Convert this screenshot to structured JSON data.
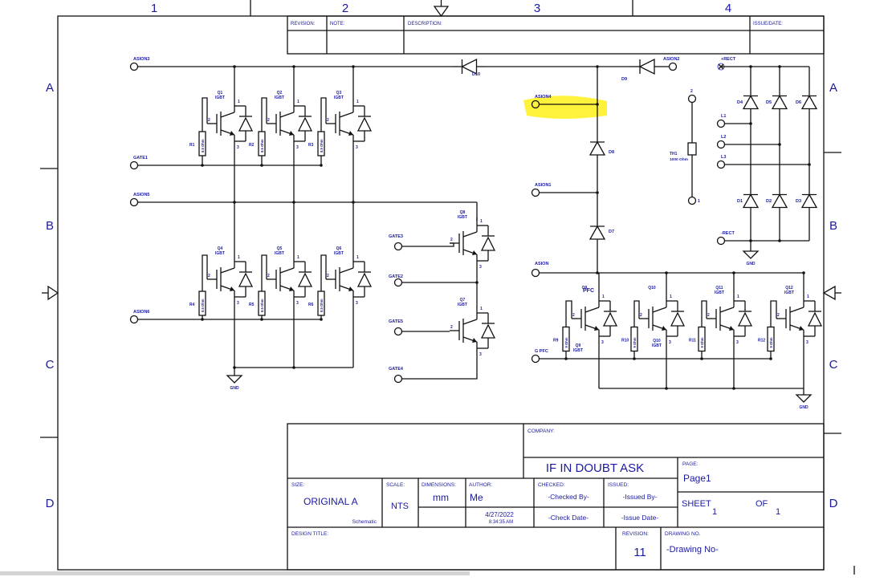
{
  "frame": {
    "columns": [
      "1",
      "2",
      "3",
      "4"
    ],
    "rows": [
      "A",
      "B",
      "C",
      "D"
    ],
    "ink_color": "#1a1aa0",
    "highlight_color": "#fff23a"
  },
  "revision_block": {
    "revision_label": "REVISION:",
    "note_label": "NOTE:",
    "description_label": "DESCRIPTION:",
    "issue_date_label": "ISSUE/DATE:"
  },
  "nets": {
    "asion3": "ASION3",
    "asion2": "ASION2",
    "rect_pos": "+RECT",
    "asion4": "ASION4",
    "gate1": "GATE1",
    "asion5": "ASION5",
    "asion1": "ASION1",
    "gate3": "GATE3",
    "gate2": "GATE2",
    "gate5": "GATE5",
    "gate4": "GATE4",
    "asion": "ASION",
    "asion6": "ASION6",
    "g_pfc": "G PFC",
    "rect_neg": "-RECT",
    "l1": "L1",
    "l2": "L2",
    "l3": "L3",
    "gnd": "GND",
    "pfc": "PFC"
  },
  "components": {
    "q1": "Q1",
    "q2": "Q2",
    "q3": "Q3",
    "q4": "Q4",
    "q5": "Q5",
    "q6": "Q6",
    "q7": "Q7",
    "q8": "Q8",
    "q9": "Q9",
    "q10": "Q10",
    "q11": "Q11",
    "q12": "Q12",
    "igbt": "IGBT",
    "r1": "R1",
    "r2": "R2",
    "r3": "R3",
    "r4": "R4",
    "r5": "R5",
    "r6": "R6",
    "r9": "R9",
    "r10": "R10",
    "r11": "R11",
    "r12": "R12",
    "res_85": "8.5 Ohm",
    "res_9": "9 Ohm",
    "d1": "D1",
    "d2": "D2",
    "d3": "D3",
    "d4": "D4",
    "d5": "D5",
    "d6": "D6",
    "d7": "D7",
    "d8": "D8",
    "d9": "D9",
    "d10": "D10",
    "th1": "TH1",
    "th1_value": "1000 Ohm",
    "pin1": "1",
    "pin2": "2",
    "pin3": "3"
  },
  "title_block": {
    "company_label": "COMPANY:",
    "title": "IF IN DOUBT ASK",
    "page_label": "PAGE:",
    "page_value": "Page1",
    "size_label": "SIZE:",
    "size_value": "ORIGINAL A",
    "schematic": "Schematic",
    "scale_label": "SCALE:",
    "scale_value": "NTS",
    "dimensions_label": "DIMENSIONS:",
    "dimensions_value": "mm",
    "author_label": "AUTHOR:",
    "author_value": "Me",
    "date": "4/27/2022",
    "time": "8:34:35 AM",
    "checked_label": "CHECKED:",
    "checked_by": "-Checked By-",
    "check_date": "-Check Date-",
    "issued_label": "ISSUED:",
    "issued_by": "-Issued By-",
    "issue_date": "-Issue Date-",
    "sheet_label": "SHEET",
    "sheet_value": "1",
    "of_label": "OF",
    "of_value": "1",
    "design_title_label": "DESIGN TITLE:",
    "revision_label": "REVISION:",
    "revision_value": "11",
    "drawing_no_label": "DRAWING NO.",
    "drawing_no_value": "-Drawing No-"
  }
}
